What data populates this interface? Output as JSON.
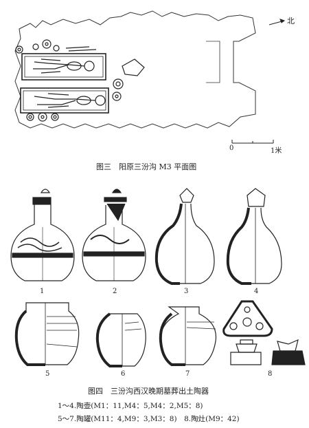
{
  "plan": {
    "north_label": "北",
    "scale_zero": "0",
    "scale_one": "1米",
    "caption": "图三　阳原三汾沟 M3 平面图"
  },
  "vessels": {
    "numbers": [
      "1",
      "2",
      "3",
      "4",
      "5",
      "6",
      "7",
      "8"
    ]
  },
  "figure4": {
    "caption": "图四　三汾沟西汉晚期墓葬出土陶器",
    "legend_line1": "1～4.陶壶(M1：11,M4：5,M4：2,M5：8)",
    "legend_line2": "5～7.陶罐(M11：4,M9：3,M3：8)　8.陶灶(M9：42)"
  }
}
